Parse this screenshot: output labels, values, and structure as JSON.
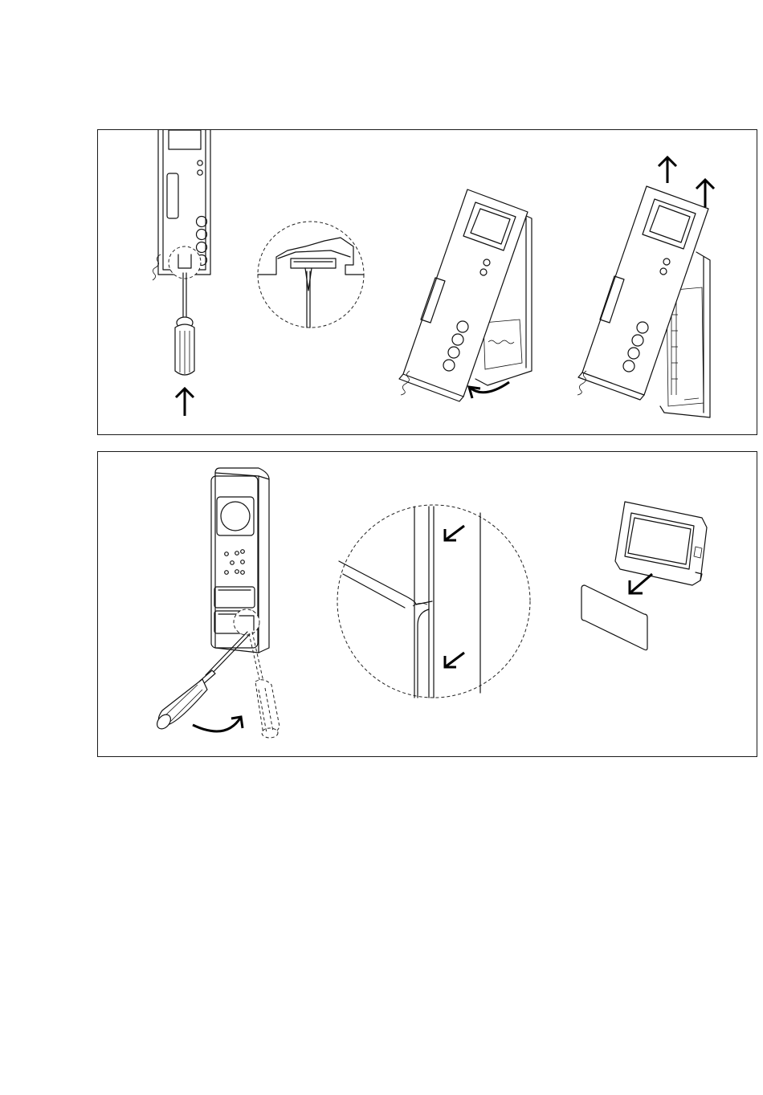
{
  "colors": {
    "line": "#111111",
    "background": "#ffffff",
    "arrow": "#000000"
  },
  "panels": [
    {
      "name": "unlock-and-remove-front-panel",
      "steps": [
        "insert-screwdriver",
        "detail-latch",
        "tilt-panel",
        "lift-panel"
      ]
    },
    {
      "name": "pry-off-name-tag-frame",
      "steps": [
        "pry-with-screwdriver",
        "detail-frame-edge",
        "remove-label-card"
      ]
    }
  ],
  "icons": [
    "arrow-up-icon",
    "curved-arrow-icon",
    "arrow-down-left-icon",
    "screwdriver-icon",
    "magnifier-detail-circle"
  ]
}
